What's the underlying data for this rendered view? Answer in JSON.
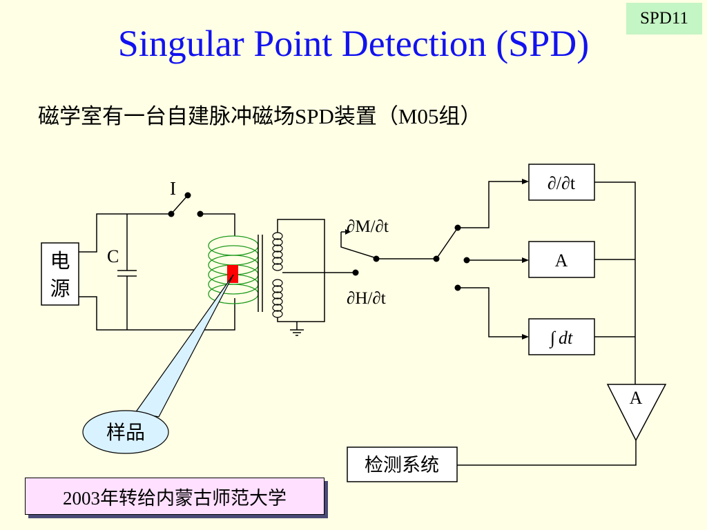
{
  "slide_tag": "SPD11",
  "title": "Singular Point Detection (SPD)",
  "subtitle": "磁学室有一台自建脉冲磁场SPD装置（M05组）",
  "footer": "2003年转给内蒙古师范大学",
  "diagram": {
    "power_line1": "电",
    "power_line2": "源",
    "capacitor": "C",
    "switch": "I",
    "dm_dt": "∂M/∂t",
    "dh_dt": "∂H/∂t",
    "derivative": "∂/∂t",
    "amplitude": "A",
    "integral_symbol": "∫",
    "integral_var": "dt",
    "amplifier": "A",
    "detection_system": "检测系统",
    "sample": "样品"
  },
  "colors": {
    "title": "#1212f0",
    "background": "#ffffe5",
    "coil": "#1f9a1f",
    "sample": "#ff0000",
    "tag_bg": "#c4f5c4",
    "footer_bg": "#ffe0ff",
    "callout_bg": "#d9f2ff"
  }
}
